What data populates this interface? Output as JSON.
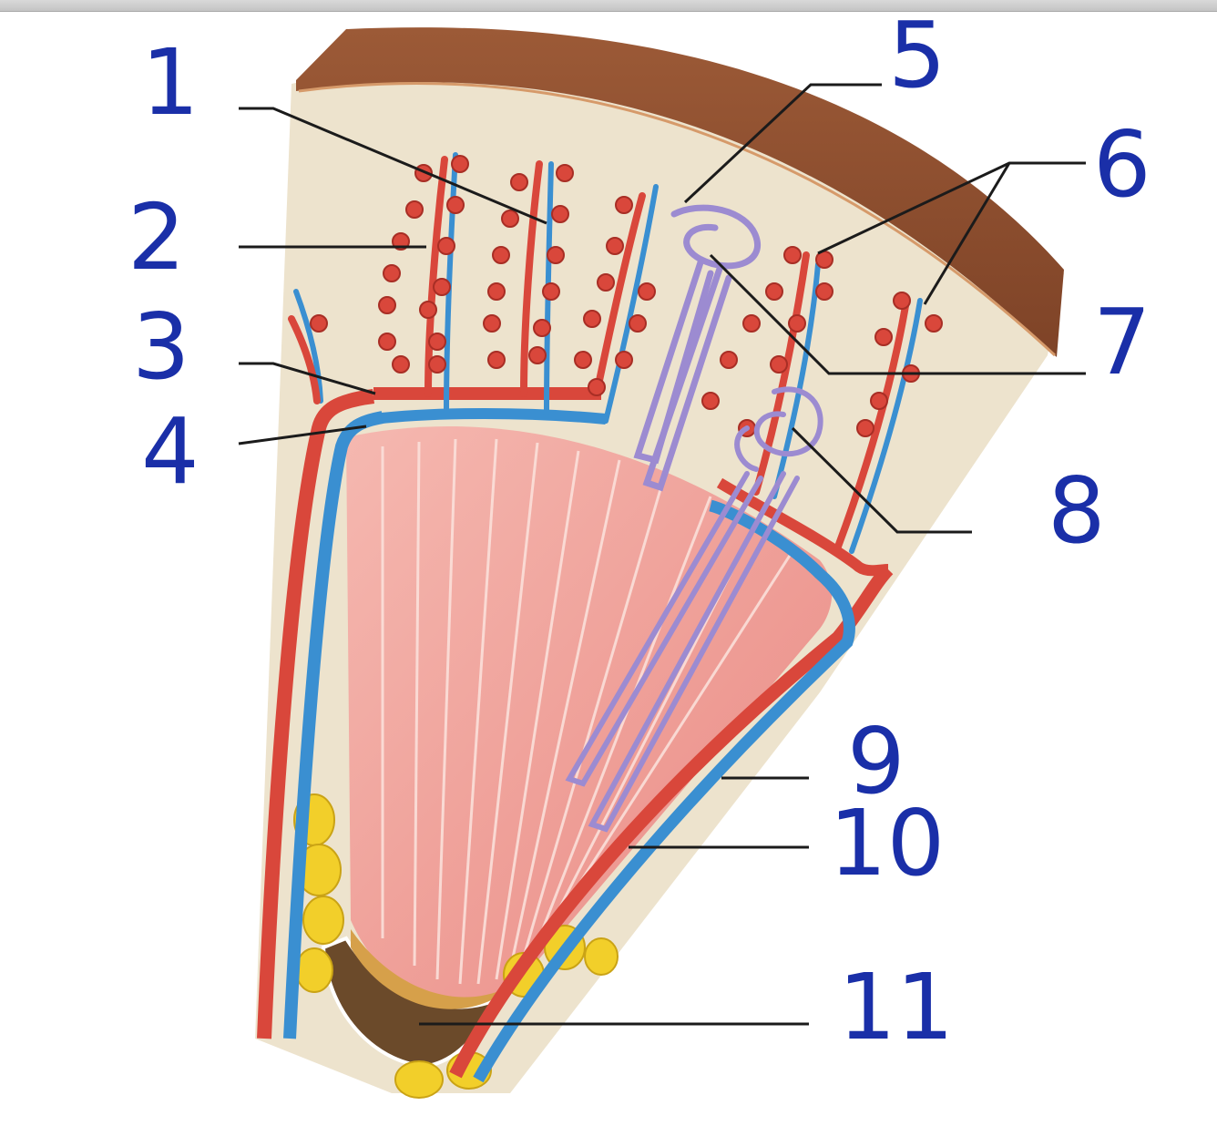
{
  "labels": [
    "1",
    "2",
    "3",
    "4",
    "5",
    "6",
    "7",
    "8",
    "9",
    "10",
    "11"
  ],
  "colors": {
    "cortex": "#ede3cd",
    "capsule": "#8f4f2f",
    "artery": "#d9473b",
    "vein": "#3a8fd1",
    "nephron_tubule": "#9c8bd1",
    "pyramid": "#f0a6a0",
    "fat": "#f2cf2a",
    "handwriting": "#1a2fa8"
  }
}
